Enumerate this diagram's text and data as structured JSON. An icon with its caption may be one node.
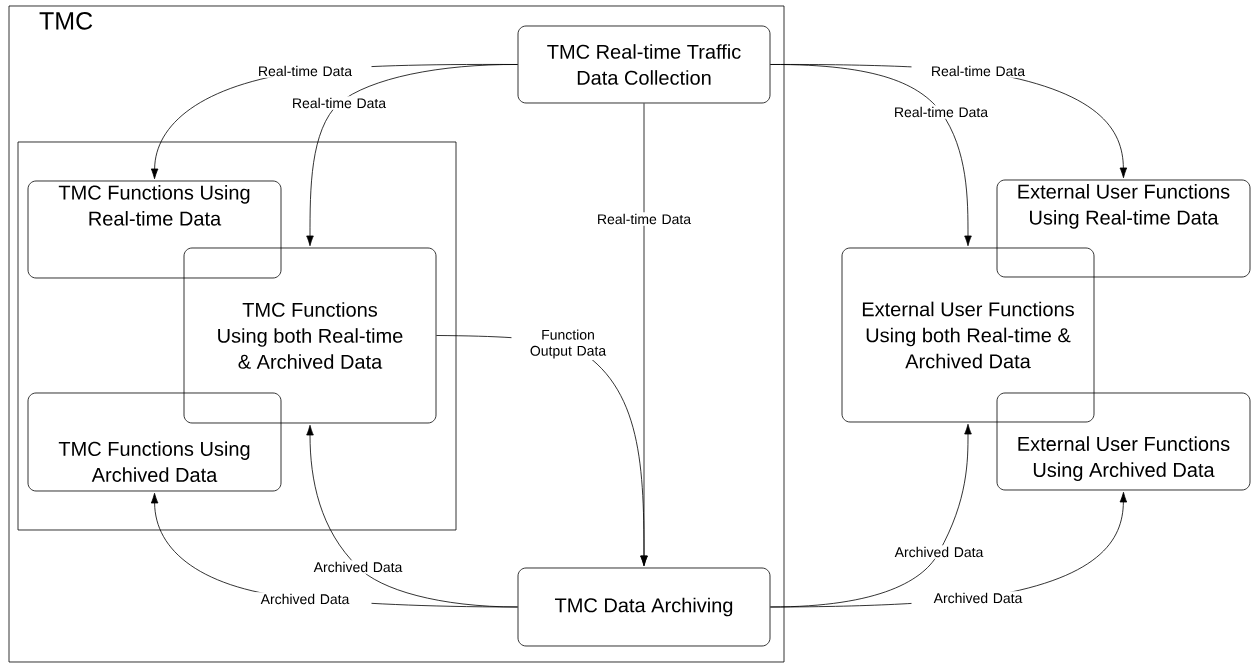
{
  "diagram": {
    "nodes": [
      {
        "text": [
          "TMC"
        ]
      },
      {
        "text": [
          "TMC Real-time Traffic Data Collection"
        ],
        "in": 0
      },
      {
        "text": [],
        "shape": "box",
        "in": 0
      },
      {
        "text": [
          "TMC Functions Using Real-time Data"
        ],
        "in": 2
      },
      {
        "text": [
          "TMC Functions Using both Real-time & Archived Data"
        ],
        "in": 2
      },
      {
        "text": [
          "TMC Functions Using Archived Data"
        ],
        "in": 2
      },
      {
        "text": [
          "TMC Data Archiving"
        ],
        "in": 0
      },
      {
        "text": [
          "External User Functions Using Real-time Data"
        ]
      },
      {
        "text": [
          "External User Functions Using both Real-time & Archived Data"
        ]
      },
      {
        "text": [
          "External User Functions Using Archived Data"
        ]
      }
    ],
    "edges": [
      {
        "from": 1,
        "to": 3,
        "arrow": "to",
        "label": "Real-time Data"
      },
      {
        "from": 1,
        "to": 4,
        "arrow": "to",
        "label": "Real-time Data"
      },
      {
        "from": 1,
        "to": 6,
        "arrow": "to",
        "label": "Real-time Data"
      },
      {
        "from": 4,
        "to": 6,
        "arrow": "to",
        "label": "Function Output Data"
      },
      {
        "from": 6,
        "to": 5,
        "arrow": "to",
        "label": "Archived Data"
      },
      {
        "from": 6,
        "to": 4,
        "arrow": "to",
        "label": "Archived Data"
      },
      {
        "from": 1,
        "to": 7,
        "arrow": "to",
        "label": "Real-time Data"
      },
      {
        "from": 1,
        "to": 8,
        "arrow": "to",
        "label": "Real-time Data"
      },
      {
        "from": 6,
        "to": 8,
        "arrow": "to",
        "label": "Archived Data"
      },
      {
        "from": 6,
        "to": 9,
        "arrow": "to",
        "label": "Archived Data"
      }
    ]
  }
}
